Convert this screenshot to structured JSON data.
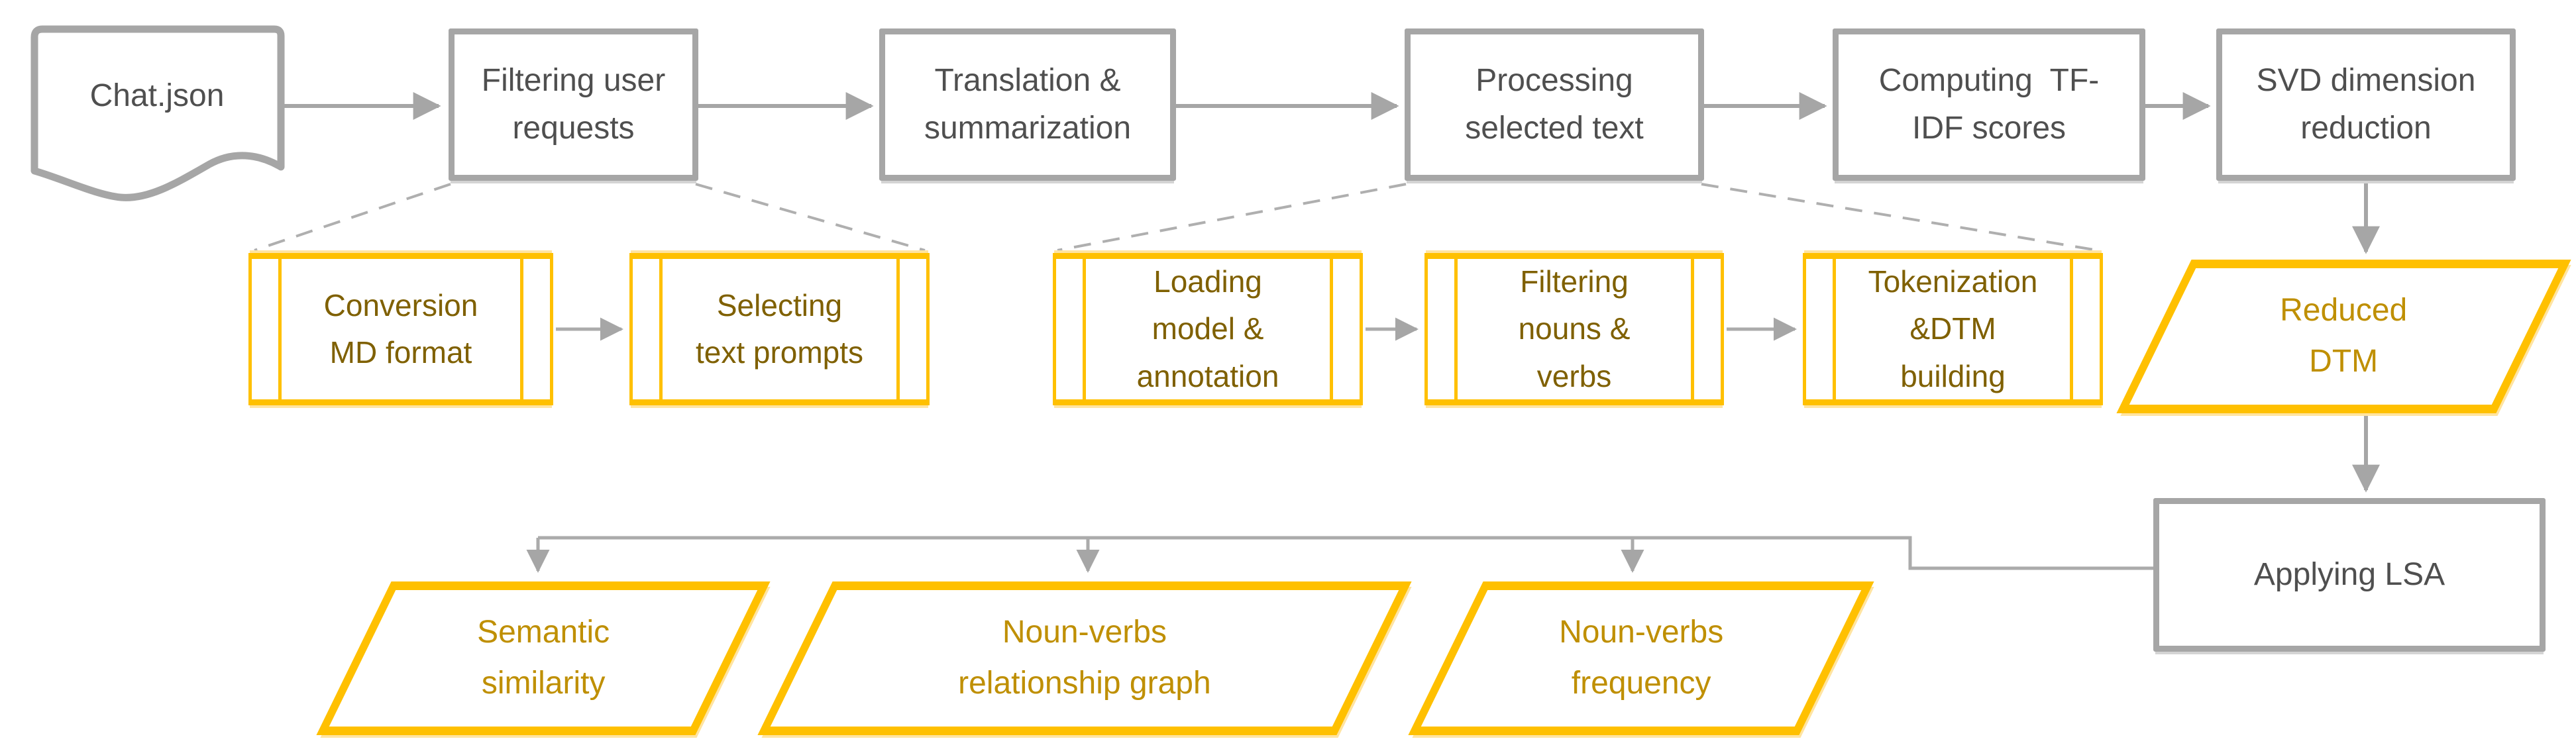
{
  "diagram_title": "Chat.json text-mining pipeline flowchart",
  "colors": {
    "background": "#FFFFFF",
    "box_border": "#A6A6A6",
    "box_text": "#4F4F4F",
    "accent": "#FFC000",
    "accent_soft": "#FFE4A1",
    "subprocess_text": "#7F6000",
    "data_text": "#BF8F00",
    "connector": "#A6A6A6",
    "dashed": "#AFAFAF"
  },
  "nodes": {
    "chat_json": {
      "label": "Chat.json",
      "type": "document"
    },
    "filtering_user_requests": {
      "label": "Filtering user\nrequests",
      "type": "process"
    },
    "translation_summarization": {
      "label": "Translation &\nsummarization",
      "type": "process"
    },
    "processing_selected_text": {
      "label": "Processing\nselected text",
      "type": "process"
    },
    "computing_tfidf": {
      "label": "Computing  TF-\nIDF scores",
      "type": "process"
    },
    "svd_reduction": {
      "label": "SVD dimension\nreduction",
      "type": "process"
    },
    "conversion_md": {
      "label": "Conversion\nMD format",
      "type": "subprocess"
    },
    "selecting_prompts": {
      "label": "Selecting\ntext prompts",
      "type": "subprocess"
    },
    "loading_model": {
      "label": "Loading\nmodel &\nannotation",
      "type": "subprocess"
    },
    "filtering_nouns_verbs": {
      "label": "Filtering\nnouns &\nverbs",
      "type": "subprocess"
    },
    "tokenization_dtm": {
      "label": "Tokenization\n&DTM\nbuilding",
      "type": "subprocess"
    },
    "reduced_dtm": {
      "label": "Reduced\nDTM",
      "type": "data"
    },
    "applying_lsa": {
      "label": "Applying LSA",
      "type": "process"
    },
    "semantic_similarity": {
      "label": "Semantic\nsimilarity",
      "type": "data"
    },
    "noun_verbs_graph": {
      "label": "Noun-verbs\nrelationship graph",
      "type": "data"
    },
    "noun_verbs_frequency": {
      "label": "Noun-verbs\nfrequency",
      "type": "data"
    }
  },
  "edges": [
    {
      "from": "chat_json",
      "to": "filtering_user_requests",
      "style": "arrow"
    },
    {
      "from": "filtering_user_requests",
      "to": "translation_summarization",
      "style": "arrow"
    },
    {
      "from": "translation_summarization",
      "to": "processing_selected_text",
      "style": "arrow"
    },
    {
      "from": "processing_selected_text",
      "to": "computing_tfidf",
      "style": "arrow"
    },
    {
      "from": "computing_tfidf",
      "to": "svd_reduction",
      "style": "arrow"
    },
    {
      "from": "svd_reduction",
      "to": "reduced_dtm",
      "style": "arrow"
    },
    {
      "from": "reduced_dtm",
      "to": "applying_lsa",
      "style": "arrow"
    },
    {
      "from": "conversion_md",
      "to": "selecting_prompts",
      "style": "arrow"
    },
    {
      "from": "loading_model",
      "to": "filtering_nouns_verbs",
      "style": "arrow"
    },
    {
      "from": "filtering_nouns_verbs",
      "to": "tokenization_dtm",
      "style": "arrow"
    },
    {
      "from": "applying_lsa",
      "to": "semantic_similarity",
      "style": "arrow"
    },
    {
      "from": "applying_lsa",
      "to": "noun_verbs_graph",
      "style": "arrow"
    },
    {
      "from": "applying_lsa",
      "to": "noun_verbs_frequency",
      "style": "arrow"
    },
    {
      "from": "filtering_user_requests",
      "to": "conversion_md",
      "style": "dashed-expansion"
    },
    {
      "from": "filtering_user_requests",
      "to": "selecting_prompts",
      "style": "dashed-expansion"
    },
    {
      "from": "processing_selected_text",
      "to": "loading_model",
      "style": "dashed-expansion"
    },
    {
      "from": "processing_selected_text",
      "to": "tokenization_dtm",
      "style": "dashed-expansion"
    }
  ]
}
